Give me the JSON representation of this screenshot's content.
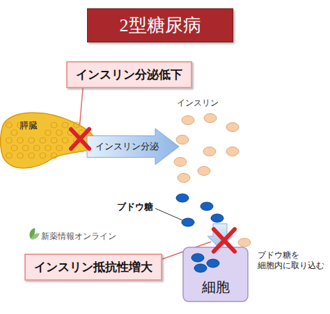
{
  "diagram": {
    "title": "2型糖尿病",
    "nodes": [
      {
        "text": [
          "インスリン分泌低下"
        ]
      },
      {
        "text": [
          "膵臓"
        ]
      },
      {
        "text": [
          "インスリン分泌"
        ]
      },
      {
        "text": [
          "インスリン抵抗性増大"
        ]
      },
      {
        "text": [
          "細胞"
        ]
      }
    ],
    "labels": [
      "インスリン",
      "ブドウ糖",
      "新薬情報オンライン",
      "ブドウ糖を 細胞内に取り込む"
    ]
  }
}
